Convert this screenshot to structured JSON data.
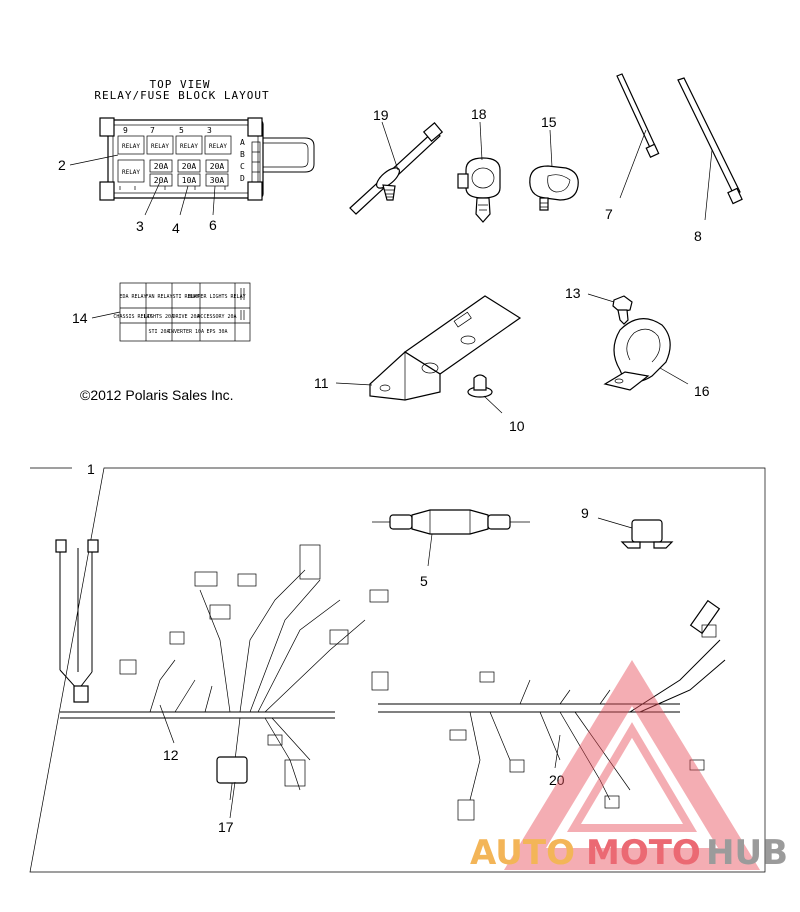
{
  "fuse_block": {
    "title_line1": "TOP VIEW",
    "title_line2": "RELAY/FUSE BLOCK LAYOUT",
    "slot_numbers": [
      "9",
      "7",
      "5",
      "3"
    ],
    "relay_label": "RELAY",
    "fuses_row1": [
      "20A",
      "20A",
      "20A"
    ],
    "fuses_row2": [
      "20A",
      "10A",
      "30A"
    ],
    "row_letters": [
      "A",
      "B",
      "C",
      "D"
    ]
  },
  "legend_table": {
    "row1": [
      "EDA RELAY",
      "FAN RELAY",
      "STI RELAY",
      "BUMPER LIGHTS RELAY"
    ],
    "row2": [
      "CHASSIS RELAY",
      "LIGHTS 20A",
      "DRIVE 20A",
      "ACCESSORY 20A"
    ],
    "row3": [
      "",
      "STI 20A",
      "INVERTER 10A",
      "EPS 30A"
    ]
  },
  "copyright": "©2012 Polaris Sales Inc.",
  "callouts": {
    "c1": "1",
    "c2": "2",
    "c3": "3",
    "c4": "4",
    "c5": "5",
    "c6": "6",
    "c7": "7",
    "c8": "8",
    "c9": "9",
    "c10": "10",
    "c11": "11",
    "c12": "12",
    "c13": "13",
    "c14": "14",
    "c15": "15",
    "c16": "16",
    "c17": "17",
    "c18": "18",
    "c19": "19",
    "c20": "20"
  },
  "watermark": {
    "part1": "AUTO",
    "part2": "MOTO",
    "part3": "HUB",
    "color_red": "#e8505b",
    "color_orange": "#f2a93b",
    "color_gray": "#8a8a8a"
  }
}
